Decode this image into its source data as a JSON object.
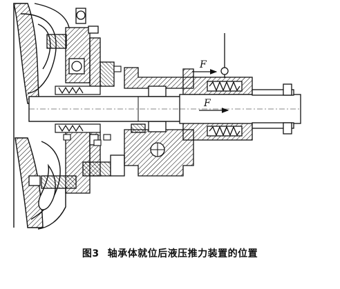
{
  "figure": {
    "number": "图3",
    "caption": "轴承体就位后液压推力装置的位置",
    "force_label_top": "F",
    "force_label_shaft": "F"
  }
}
